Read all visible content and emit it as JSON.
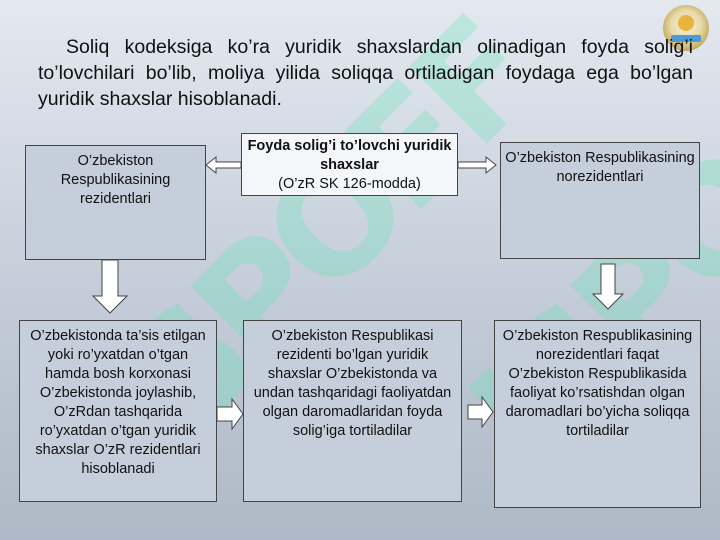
{
  "intro": "Soliq kodeksiga ko’ra yuridik shaxslardan olinadigan foyda solig’i to’lovchilari bo’lib, moliya yilida soliqqa ortiladigan foydaga ega bo’lgan yuridik shaxslar hisoblanadi.",
  "watermark": "ISPOFF",
  "diagram": {
    "center": {
      "title": "Foyda solig’i to’lovchi yuridik shaxslar",
      "subtitle": "(O’zR SK 126-modda)"
    },
    "left_top": "O’zbekiston Respublikasining rezidentlari",
    "right_top": "O’zbekiston Respublikasining norezidentlari",
    "bottom_left": "O’zbekistonda ta’sis etilgan yoki ro’yxatdan o’tgan hamda bosh korxonasi O’zbekistonda joylashib, O’zRdan tashqarida ro’yxatdan o’tgan yuridik shaxslar O’zR rezidentlari hisoblanadi",
    "bottom_middle": "O’zbekiston Respublikasi rezidenti bo’lgan yuridik shaxslar O’zbekistonda va undan tashqaridagi faoliyatdan olgan daromadlaridan foyda solig’iga tortiladilar",
    "bottom_right": "O’zbekiston Respublikasining norezidentlari faqat O’zbekiston Respublikasida faoliyat ko’rsatishdan olgan daromadlari bo’yicha soliqqa tortiladilar"
  }
}
